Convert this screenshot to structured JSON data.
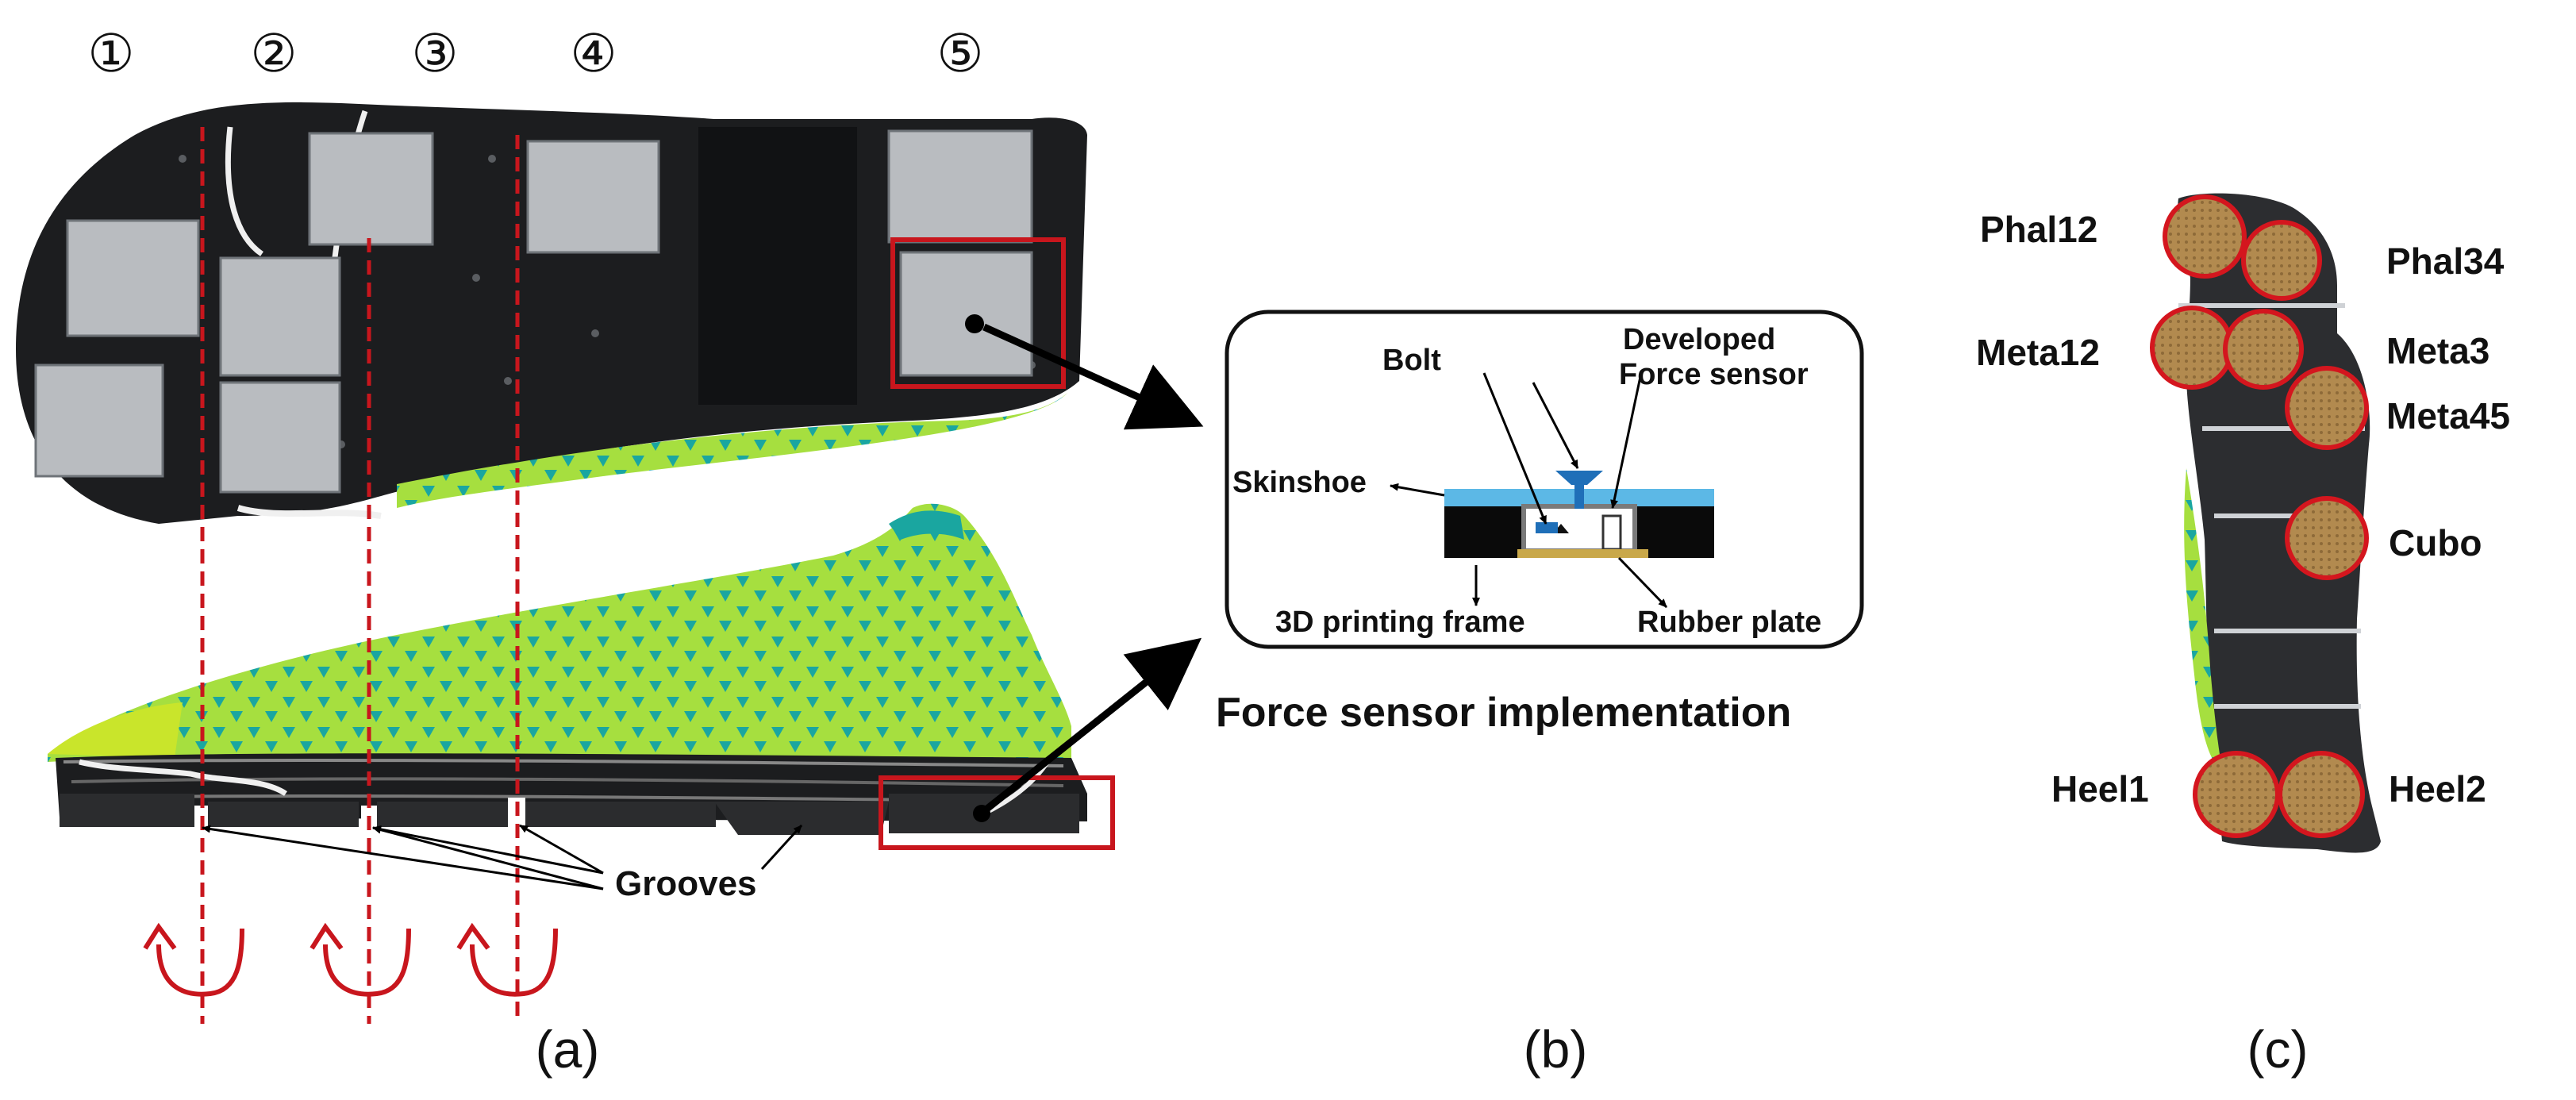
{
  "section_numbers": [
    "①",
    "②",
    "③",
    "④",
    "⑤"
  ],
  "panel_a": {
    "caption": "(a)",
    "grooves_label": "Grooves"
  },
  "panel_b": {
    "caption": "(b)",
    "title": "Force sensor implementation",
    "labels": {
      "bolt": "Bolt",
      "developed_line1": "Developed",
      "developed_line2": "Force sensor",
      "skinshoe": "Skinshoe",
      "frame": "3D printing frame",
      "rubber": "Rubber plate"
    }
  },
  "panel_c": {
    "caption": "(c)",
    "sensors": [
      "Phal12",
      "Phal34",
      "Meta12",
      "Meta3",
      "Meta45",
      "Cubo",
      "Heel1",
      "Heel2"
    ]
  },
  "colors": {
    "insole": "#1c1d1f",
    "sensor_plate": "#b9bcc0",
    "shoe_green": "#9ad83a",
    "shoe_teal": "#1aa6a0",
    "highlight_red": "#c8161d",
    "skinshoe_blue": "#5cb8e6",
    "bolt_blue": "#1f6fb8",
    "rubber_tan": "#c9a84a",
    "sensor_pad": "#b28a4f"
  }
}
